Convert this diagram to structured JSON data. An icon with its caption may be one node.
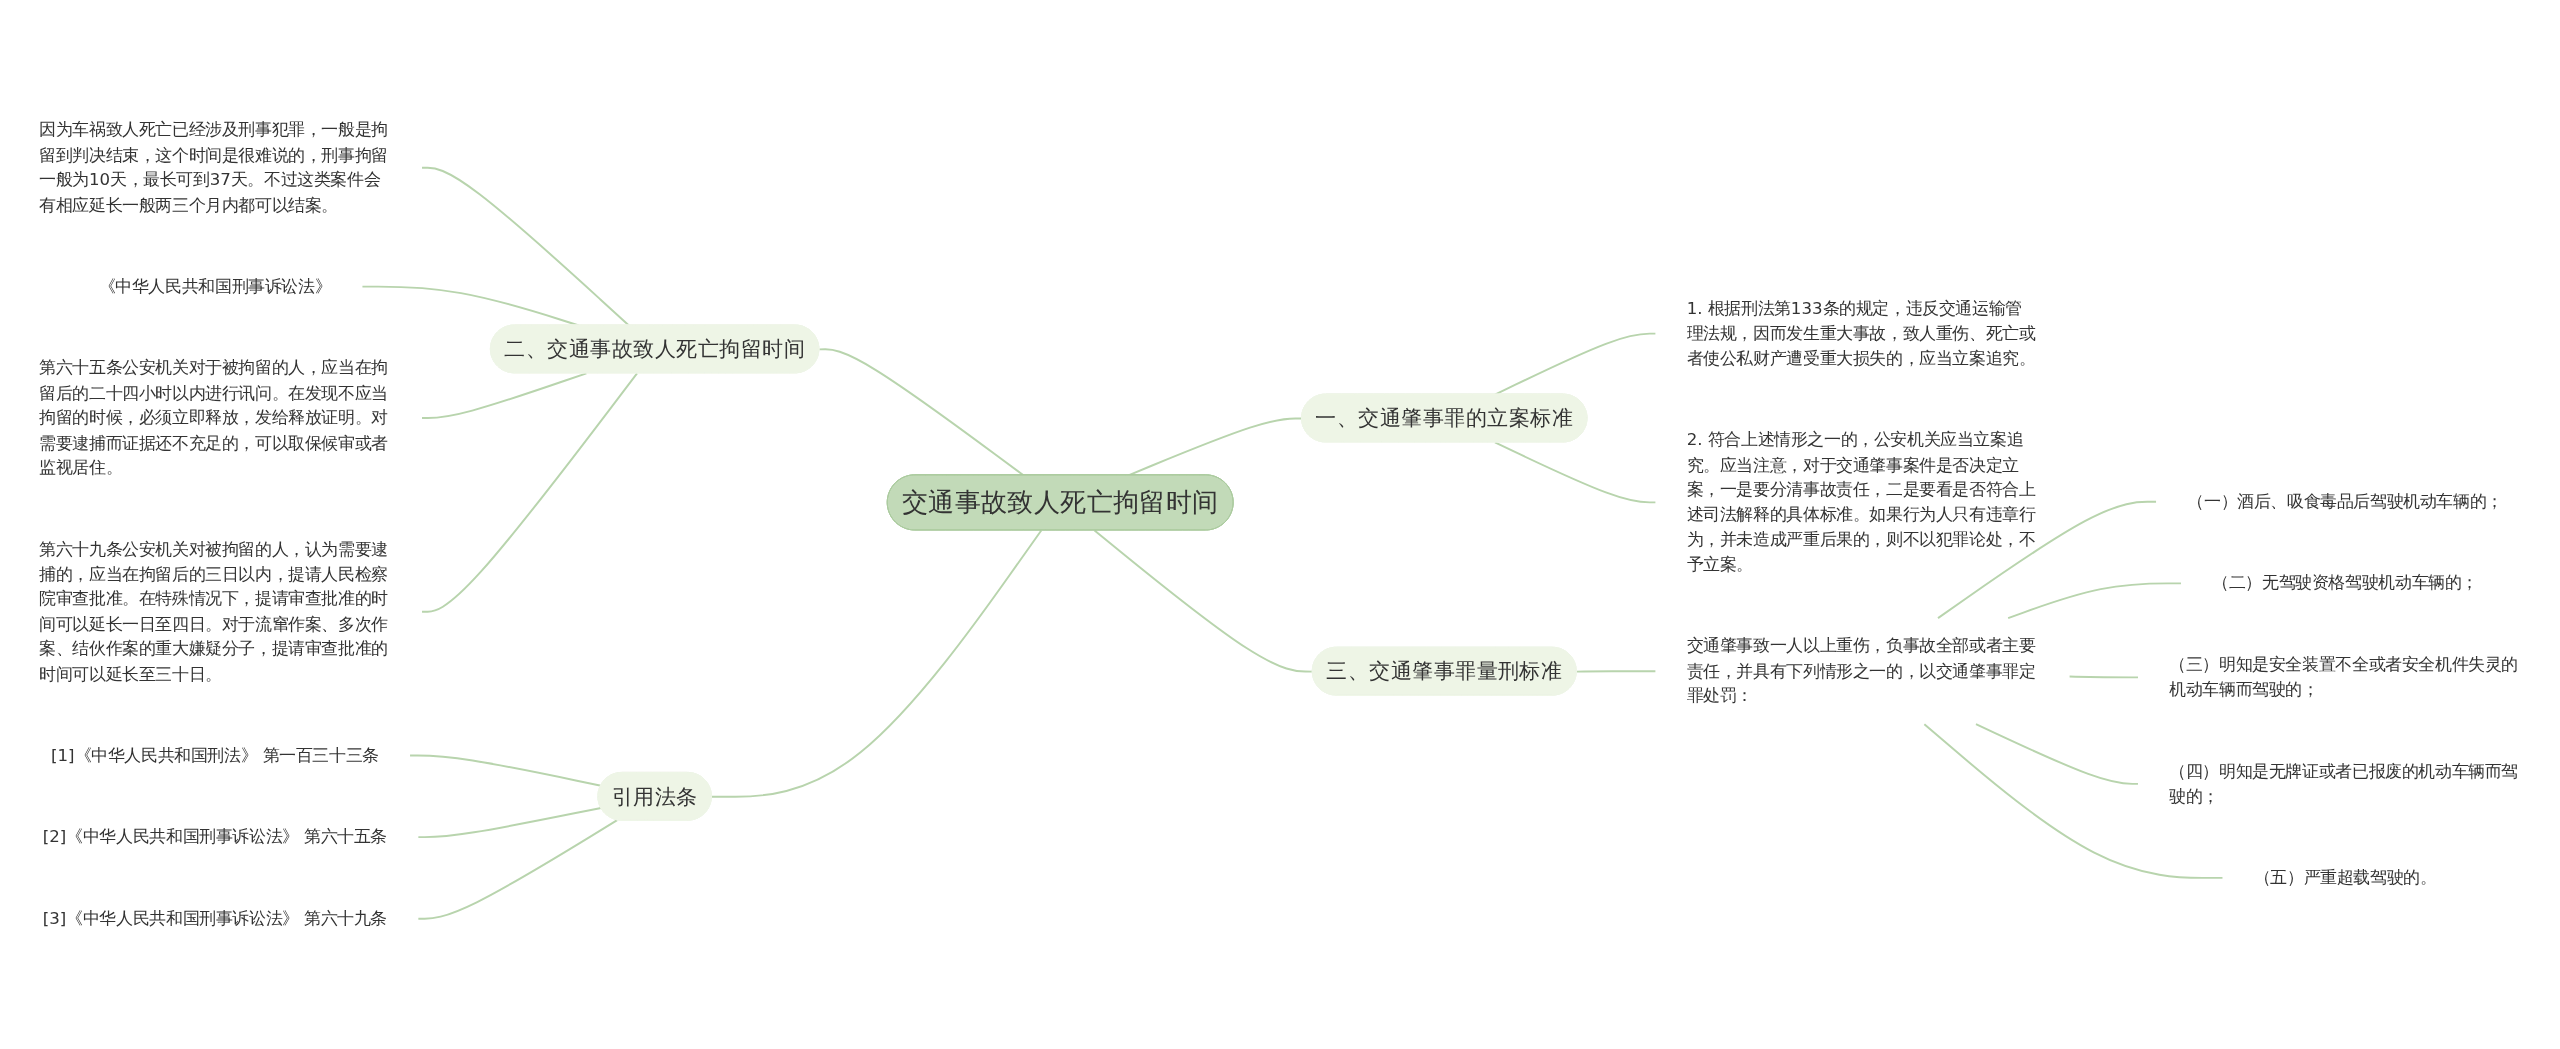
{
  "diagram": {
    "nodes": [
      {
        "text": [
          "交通事故致人死亡拘留时间"
        ]
      },
      {
        "text": [
          "一、交通肇事罪的立案标准"
        ]
      },
      {
        "text": [
          "1. 根据刑法第133条的规定，违反交通运输管理法规，因而发生重大事故，致人重伤、死亡或者使公私财产遭受重大损失的，应当立案追究。"
        ]
      },
      {
        "text": [
          "2. 符合上述情形之一的，公安机关应当立案追究。应当注意，对于交通肇事案件是否决定立案，一是要分清事故责任，二是要看是否符合上述司法解释的具体标准。如果行为人只有违章行为，并未造成严重后果的，则不以犯罪论处，不予立案。"
        ]
      },
      {
        "text": [
          "二、交通事故致人死亡拘留时间"
        ]
      },
      {
        "text": [
          "因为车祸致人死亡已经涉及刑事犯罪，一般是拘留到判决结束，这个时间是很难说的，刑事拘留一般为10天，最长可到37天。不过这类案件会有相应延长一般两三个月内都可以结案。"
        ]
      },
      {
        "text": [
          "《中华人民共和国刑事诉讼法》"
        ]
      },
      {
        "text": [
          "第六十五条公安机关对于被拘留的人，应当在拘留后的二十四小时以内进行讯问。在发现不应当拘留的时候，必须立即释放，发给释放证明。对需要逮捕而证据还不充足的，可以取保候审或者监视居住。"
        ]
      },
      {
        "text": [
          "第六十九条公安机关对被拘留的人，认为需要逮捕的，应当在拘留后的三日以内，提请人民检察院审查批准。在特殊情况下，提请审查批准的时间可以延长一日至四日。对于流窜作案、多次作案、结伙作案的重大嫌疑分子，提请审查批准的时间可以延长至三十日。"
        ]
      },
      {
        "text": [
          "三、交通肇事罪量刑标准"
        ]
      },
      {
        "text": [
          "交通肇事致一人以上重伤，负事故全部或者主要责任，并具有下列情形之一的，以交通肇事罪定罪处罚："
        ]
      },
      {
        "text": [
          "（一）酒后、吸食毒品后驾驶机动车辆的；"
        ]
      },
      {
        "text": [
          "（二）无驾驶资格驾驶机动车辆的；"
        ]
      },
      {
        "text": [
          "（三）明知是安全装置不全或者安全机件失灵的机动车辆而驾驶的；"
        ]
      },
      {
        "text": [
          "（四）明知是无牌证或者已报废的机动车辆而驾驶的；"
        ]
      },
      {
        "text": [
          "（五）严重超载驾驶的。"
        ]
      },
      {
        "text": [
          "引用法条"
        ]
      },
      {
        "text": [
          "[1]《中华人民共和国刑法》 第一百三十三条"
        ]
      },
      {
        "text": [
          "[2]《中华人民共和国刑事诉讼法》 第六十五条"
        ]
      },
      {
        "text": [
          "[3]《中华人民共和国刑事诉讼法》 第六十九条"
        ]
      }
    ],
    "edges": [
      {
        "from": 0,
        "to": 1,
        "arrow": "none"
      },
      {
        "from": 1,
        "to": 2,
        "arrow": "none"
      },
      {
        "from": 1,
        "to": 3,
        "arrow": "none"
      },
      {
        "from": 4,
        "to": 0,
        "arrow": "none"
      },
      {
        "from": 5,
        "to": 4,
        "arrow": "none"
      },
      {
        "from": 6,
        "to": 4,
        "arrow": "none"
      },
      {
        "from": 7,
        "to": 4,
        "arrow": "none"
      },
      {
        "from": 8,
        "to": 4,
        "arrow": "none"
      },
      {
        "from": 0,
        "to": 9,
        "arrow": "none"
      },
      {
        "from": 9,
        "to": 10,
        "arrow": "none"
      },
      {
        "from": 10,
        "to": 11,
        "arrow": "none"
      },
      {
        "from": 10,
        "to": 12,
        "arrow": "none"
      },
      {
        "from": 10,
        "to": 13,
        "arrow": "none"
      },
      {
        "from": 10,
        "to": 14,
        "arrow": "none"
      },
      {
        "from": 10,
        "to": 15,
        "arrow": "none"
      },
      {
        "from": 16,
        "to": 0,
        "arrow": "none"
      },
      {
        "from": 17,
        "to": 16,
        "arrow": "none"
      },
      {
        "from": 18,
        "to": 16,
        "arrow": "none"
      },
      {
        "from": 19,
        "to": 16,
        "arrow": "none"
      }
    ]
  }
}
